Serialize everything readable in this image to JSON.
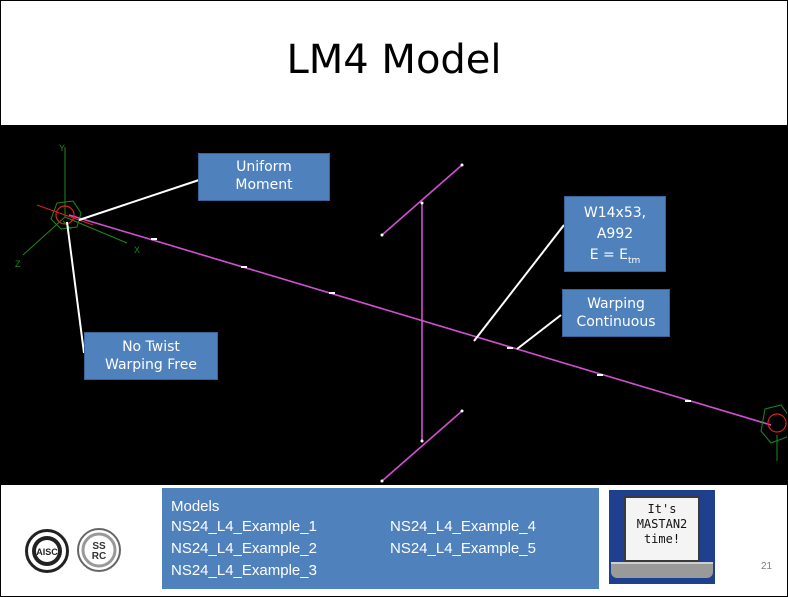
{
  "slide": {
    "title": "LM4 Model",
    "page_number": "21"
  },
  "viewport": {
    "axis_labels": {
      "y": "Y",
      "x": "X",
      "z": "Z"
    },
    "colors": {
      "member": "#d24fd2",
      "background": "#000000",
      "support": "#e02020",
      "axis": "#1a8a1a"
    }
  },
  "callouts": {
    "uniform_moment": [
      "Uniform",
      "Moment"
    ],
    "section": {
      "line1": "W14x53,",
      "line2": "A992",
      "line3_main": "E = E",
      "line3_sub": "tm"
    },
    "warping_cont": [
      "Warping",
      "Continuous"
    ],
    "no_twist": [
      "No Twist",
      "Warping Free"
    ]
  },
  "models": {
    "header": "Models",
    "items": [
      "NS24_L4_Example_1",
      "NS24_L4_Example_2",
      "NS24_L4_Example_3",
      "NS24_L4_Example_4",
      "NS24_L4_Example_5"
    ]
  },
  "mastan_badge": {
    "line1": "It's",
    "line2": "MASTAN2",
    "line3": "time!"
  },
  "logos": {
    "aisc": "AISC",
    "ssrc_top": "SS",
    "ssrc_bottom": "RC"
  }
}
